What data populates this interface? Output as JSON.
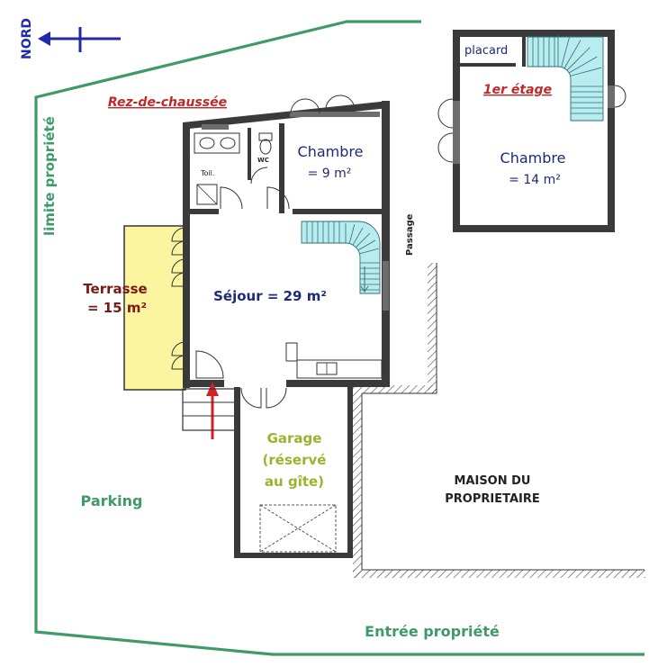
{
  "compass": {
    "label": "NORD"
  },
  "labels": {
    "boundary_side": "limite propriété",
    "ground_floor": "Rez-de-chaussée",
    "first_floor": "1er étage",
    "placard": "placard",
    "bedroom1_name": "Chambre",
    "bedroom1_area": "= 9 m²",
    "bedroom2_name": "Chambre",
    "bedroom2_area": "= 14 m²",
    "toilette": "Toil.",
    "wc": "WC",
    "passage": "Passage",
    "living": "Séjour = 29 m²",
    "terrace_name": "Terrasse",
    "terrace_area": "= 15 m²",
    "garage_line1": "Garage",
    "garage_line2": "(réservé",
    "garage_line3": "au gîte)",
    "parking": "Parking",
    "owner_line1": "MAISON DU",
    "owner_line2": "PROPRIETAIRE",
    "entrance": "Entrée propriété"
  },
  "colors": {
    "boundary": "#3f9a6a",
    "compass": "#1f2aa8",
    "ground_floor_title": "#c0282b",
    "room_label": "#1e2a78",
    "terrace_label": "#7a1a16",
    "garage_label": "#9cb32e",
    "terrace_fill": "#fbf5a0",
    "stairs_fill": "#b8ecee",
    "entry_arrow": "#d42026"
  }
}
